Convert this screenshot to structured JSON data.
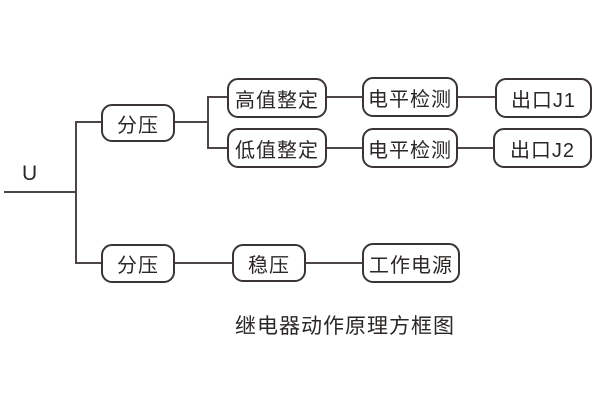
{
  "diagram": {
    "input_label": "U",
    "caption": "继电器动作原理方框图",
    "colors": {
      "background": "#ffffff",
      "line": "#4c4746",
      "node_border": "#3a3534",
      "text": "#2b2726"
    },
    "nodes": [
      {
        "id": "divider-top",
        "label": "分压"
      },
      {
        "id": "high-setting",
        "label": "高值整定"
      },
      {
        "id": "level-detect-1",
        "label": "电平检测"
      },
      {
        "id": "output-j1",
        "label": "出口J1"
      },
      {
        "id": "low-setting",
        "label": "低值整定"
      },
      {
        "id": "level-detect-2",
        "label": "电平检测"
      },
      {
        "id": "output-j2",
        "label": "出口J2"
      },
      {
        "id": "divider-bottom",
        "label": "分压"
      },
      {
        "id": "regulator",
        "label": "稳压"
      },
      {
        "id": "power-supply",
        "label": "工作电源"
      }
    ]
  }
}
